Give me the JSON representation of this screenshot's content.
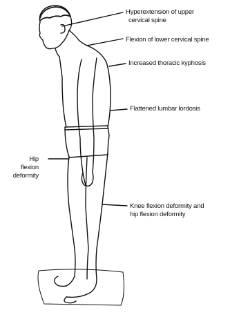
{
  "colors": {
    "ink": "#111111",
    "background": "#ffffff"
  },
  "labels": {
    "upper_cervical_1": "Hyperextension of upper",
    "upper_cervical_2": "cervical spine",
    "lower_cervical": "Flexion of lower cervical spine",
    "thoracic": "Increased thoracic kyphosis",
    "lumbar": "Flattened lumbar lordosis",
    "hip_1": "Hip",
    "hip_2": "flexion",
    "hip_3": "deformity",
    "knee_1": "Knee flexion deformity and",
    "knee_2": "hip flexion deformity"
  }
}
